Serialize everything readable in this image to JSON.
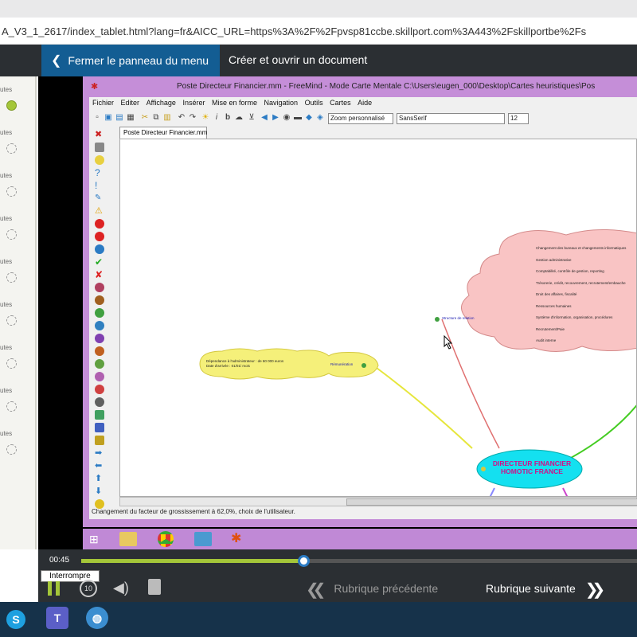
{
  "browser": {
    "url": "A_V3_1_2617/index_tablet.html?lang=fr&AICC_URL=https%3A%2F%2Fpvsp81ccbe.skillport.com%3A443%2Fskillportbe%2Fs"
  },
  "header": {
    "close_menu_label": "Fermer le panneau du menu",
    "document_title": "Créer et ouvrir un document"
  },
  "left_panel": {
    "items": [
      {
        "label": "utes",
        "completed": true
      },
      {
        "label": "utes",
        "completed": false
      },
      {
        "label": "utes",
        "completed": false
      },
      {
        "label": "utes",
        "completed": false
      },
      {
        "label": "utes",
        "completed": false
      },
      {
        "label": "utes",
        "completed": false
      },
      {
        "label": "utes",
        "completed": false
      },
      {
        "label": "utes",
        "completed": false
      },
      {
        "label": "utes",
        "completed": false
      }
    ]
  },
  "freemind": {
    "window_title": "Poste Directeur Financier.mm - FreeMind - Mode Carte Mentale C:\\Users\\eugen_000\\Desktop\\Cartes heuristiques\\Pos",
    "menu": [
      "Fichier",
      "Editer",
      "Affichage",
      "Insérer",
      "Mise en forme",
      "Navigation",
      "Outils",
      "Cartes",
      "Aide"
    ],
    "zoom_select": "Zoom personnalisé",
    "font_select": "SansSerif",
    "size_select": "12",
    "tab_label": "Poste Directeur Financier.mm",
    "status_text": "Changement du facteur de grossissement à 62,0%, choix de l'utilisateur.",
    "nodes": {
      "central": "DIRECTEUR FINANCIER\nHOMOTIC FRANCE",
      "left_cloud_line1": "Dépendance à l'administrateur : de 60 000 euros",
      "left_cloud_line2": "Date d'arrivée : 01/01/ mois",
      "left_link": "Rémunération",
      "right_link": "Structure de relation",
      "cloud_items": [
        "Changement des bureaux et changements informatiques",
        "Gestion administrative",
        "Comptabilité, contrôle de gestion, reporting",
        "Trésorerie, crédit, recouvrement, recrutement/embauche",
        "Droit des affaires, fiscalité",
        "Ressources humaines",
        "Système d'information, organisation, procédures",
        "Recrutement/Paie",
        "Audit interne"
      ]
    }
  },
  "player": {
    "time": "00:45",
    "progress": 0.4,
    "tooltip": "Interrompre",
    "replay_label": "10",
    "prev_label": "Rubrique précédente",
    "next_label": "Rubrique suivante"
  },
  "colors": {
    "accent_green": "#a4c639",
    "header_blue": "#135d93",
    "dark_bar": "#2b2f33",
    "freemind_purple": "#c58ed8"
  }
}
